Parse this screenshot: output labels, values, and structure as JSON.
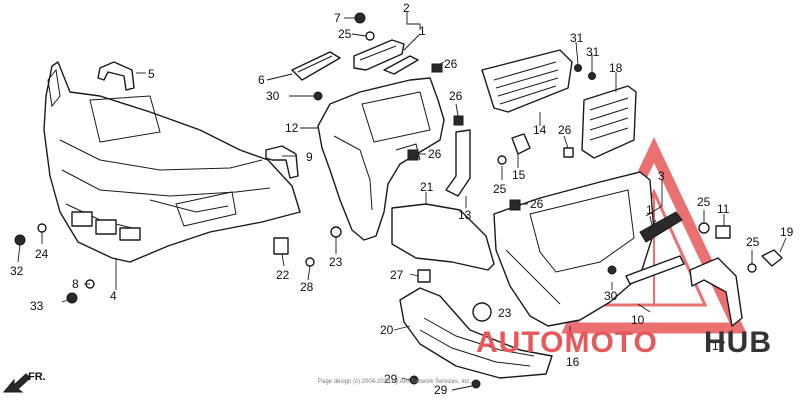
{
  "diagram": {
    "callouts": [
      {
        "id": "c-7",
        "text": "7"
      },
      {
        "id": "c-25a",
        "text": "25"
      },
      {
        "id": "c-2",
        "text": "2"
      },
      {
        "id": "c-1",
        "text": "1"
      },
      {
        "id": "c-5",
        "text": "5"
      },
      {
        "id": "c-6",
        "text": "6"
      },
      {
        "id": "c-26a",
        "text": "26"
      },
      {
        "id": "c-30a",
        "text": "30"
      },
      {
        "id": "c-31a",
        "text": "31"
      },
      {
        "id": "c-31b",
        "text": "31"
      },
      {
        "id": "c-18",
        "text": "18"
      },
      {
        "id": "c-26b",
        "text": "26"
      },
      {
        "id": "c-14",
        "text": "14"
      },
      {
        "id": "c-12",
        "text": "12"
      },
      {
        "id": "c-26c",
        "text": "26"
      },
      {
        "id": "c-26d",
        "text": "26"
      },
      {
        "id": "c-9",
        "text": "9"
      },
      {
        "id": "c-21",
        "text": "21"
      },
      {
        "id": "c-25b",
        "text": "25"
      },
      {
        "id": "c-15",
        "text": "15"
      },
      {
        "id": "c-3",
        "text": "3"
      },
      {
        "id": "c-13",
        "text": "13"
      },
      {
        "id": "c-26e",
        "text": "26"
      },
      {
        "id": "c-25c",
        "text": "25"
      },
      {
        "id": "c-11",
        "text": "11"
      },
      {
        "id": "c-24",
        "text": "24"
      },
      {
        "id": "c-32",
        "text": "32"
      },
      {
        "id": "c-22",
        "text": "22"
      },
      {
        "id": "c-23a",
        "text": "23"
      },
      {
        "id": "c-28",
        "text": "28"
      },
      {
        "id": "c-8",
        "text": "8"
      },
      {
        "id": "c-4",
        "text": "4"
      },
      {
        "id": "c-33",
        "text": "33"
      },
      {
        "id": "c-27",
        "text": "27"
      },
      {
        "id": "c-1b",
        "text": "1"
      },
      {
        "id": "c-25d",
        "text": "25"
      },
      {
        "id": "c-19",
        "text": "19"
      },
      {
        "id": "c-30b",
        "text": "30"
      },
      {
        "id": "c-10",
        "text": "10"
      },
      {
        "id": "c-17",
        "text": "17"
      },
      {
        "id": "c-23b",
        "text": "23"
      },
      {
        "id": "c-20",
        "text": "20"
      },
      {
        "id": "c-16",
        "text": "16"
      },
      {
        "id": "c-29a",
        "text": "29"
      },
      {
        "id": "c-29b",
        "text": "29"
      }
    ],
    "direction_label": "FR.",
    "footer_text": "Page design (c) 2004-2013 by ARI Network Services, Inc."
  },
  "watermark": {
    "text_red": "AUTOMOTO",
    "text_dark": "HUB",
    "red_color": "#e8585a",
    "dark_color": "#333333"
  }
}
